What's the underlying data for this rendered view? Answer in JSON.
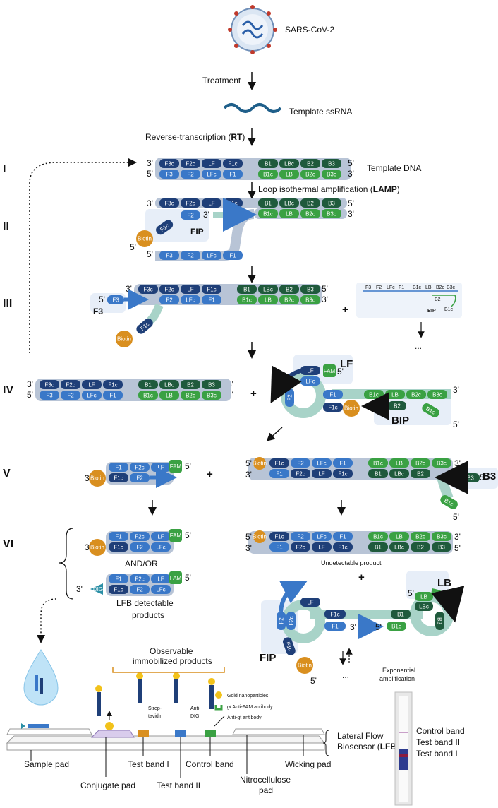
{
  "virus": {
    "label": "SARS-CoV-2"
  },
  "steps": {
    "treatment": "Treatment",
    "template_rna": "Template ssRNA",
    "rt_prefix": "Reverse-transcription (",
    "rt_abbr": "RT",
    "rt_suffix": ")",
    "template_dna": "Template DNA",
    "lamp_prefix": "Loop isothermal amplification (",
    "lamp_abbr": "LAMP",
    "lamp_suffix": ")"
  },
  "roman": [
    "I",
    "II",
    "III",
    "IV",
    "V",
    "VI"
  ],
  "primes": {
    "three": "3'",
    "five": "5'"
  },
  "segments": {
    "top": [
      "F3c",
      "F2c",
      "LF",
      "F1c",
      "B1",
      "LBc",
      "B2",
      "B3"
    ],
    "bottom": [
      "F3",
      "F2",
      "LFc",
      "F1",
      "B1c",
      "LB",
      "B2c",
      "B3c"
    ],
    "f_end": [
      "F1",
      "F2c",
      "LF"
    ],
    "f_end_bottom": [
      "F1c",
      "F2",
      "LFc"
    ],
    "b_end": [
      "B1c",
      "LB",
      "B2c",
      "B3c"
    ],
    "b_end_bottom": [
      "B1",
      "LBc",
      "B2",
      "B3"
    ]
  },
  "primers": {
    "fip": "FIP",
    "bip": "BIP",
    "f3": "F3",
    "b3": "B3",
    "lf": "LF",
    "lb": "LB",
    "biotin": "Biotin",
    "fam": "FAM",
    "dig": "DIG",
    "f2": "F2",
    "f1c": "F1c",
    "b2": "B2",
    "b1c": "B1c",
    "lfc": "LFc",
    "f2c": "F2c",
    "f1": "F1",
    "b1": "B1",
    "lbc": "LBc"
  },
  "mini_strand": {
    "top": [
      "F3",
      "F2",
      "LFc",
      "F1",
      "B1c",
      "LB",
      "B2c",
      "B3c"
    ],
    "b2": "B2",
    "b1c": "B1c",
    "bip": "BIP",
    "ellipsis": "..."
  },
  "plus": "+",
  "products": {
    "and_or": "AND/OR",
    "lfb_line1": "LFB detectable",
    "lfb_line2": "products",
    "undetectable": "Undetectable product",
    "exp_line1": "Exponential",
    "exp_line2": "amplification",
    "ellipsis": "..."
  },
  "lfb": {
    "observable_line1": "Observable",
    "observable_line2": "immobilized products",
    "gold": "Gold nanoparticles",
    "anti_fam_gt": "gt",
    "anti_fam": " Anti-FAM antibody",
    "anti_gt": "Anti-gt antibody",
    "strep1": "Strep-",
    "strep2": "tavidin",
    "antidig1": "Anti-",
    "antidig2": "DIG",
    "biosensor_line1": "Lateral Flow",
    "biosensor_line2_prefix": "Biosensor (",
    "biosensor_abbr": "LFB",
    "biosensor_line2_suffix": ")",
    "sample_pad": "Sample pad",
    "conjugate_pad": "Conjugate pad",
    "test_band_1": "Test band I",
    "test_band_2": "Test band II",
    "control_band": "Control band",
    "nitro_line1": "Nitrocellulose",
    "nitro_line2": "pad",
    "wicking_pad": "Wicking pad"
  },
  "strip_labels": [
    "Control band",
    "Test band II",
    "Test band I"
  ],
  "colors": {
    "dark_blue": "#1f3f78",
    "blue": "#3a78c8",
    "dark_green": "#1f5a3c",
    "green": "#3aa143",
    "orange": "#d98f1f",
    "teal": "#2b8fa6",
    "strand": "#b8c4d6",
    "loop": "#a8d3c8"
  }
}
